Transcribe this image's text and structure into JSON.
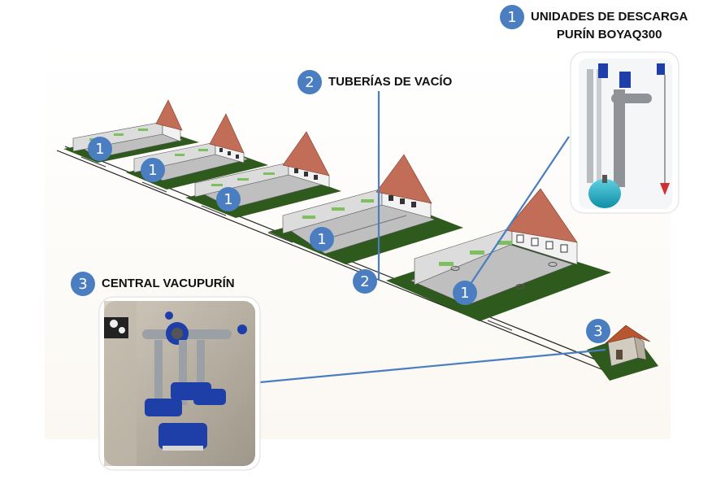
{
  "labels": {
    "units": {
      "number": "1",
      "line1": "UNIDADES DE DESCARGA",
      "line2": "PURÍN BOYAQ300"
    },
    "pipes": {
      "number": "2",
      "text": "TUBERÍAS DE VACÍO"
    },
    "central": {
      "number": "3",
      "text": "CENTRAL VACUPURÍN"
    }
  },
  "markers": {
    "barn_markers": [
      "1",
      "1",
      "1",
      "1",
      "1"
    ],
    "pipe_marker": "2",
    "central_marker": "3"
  },
  "colors": {
    "badge": "#4a7ec0",
    "grass": "#2f5a1e",
    "roof": "#c26d57",
    "wall": "#d9d9d9",
    "floor": "#bfbfbf",
    "pipe_line": "#4a7ec0",
    "valve_blue": "#1e3ea8"
  }
}
